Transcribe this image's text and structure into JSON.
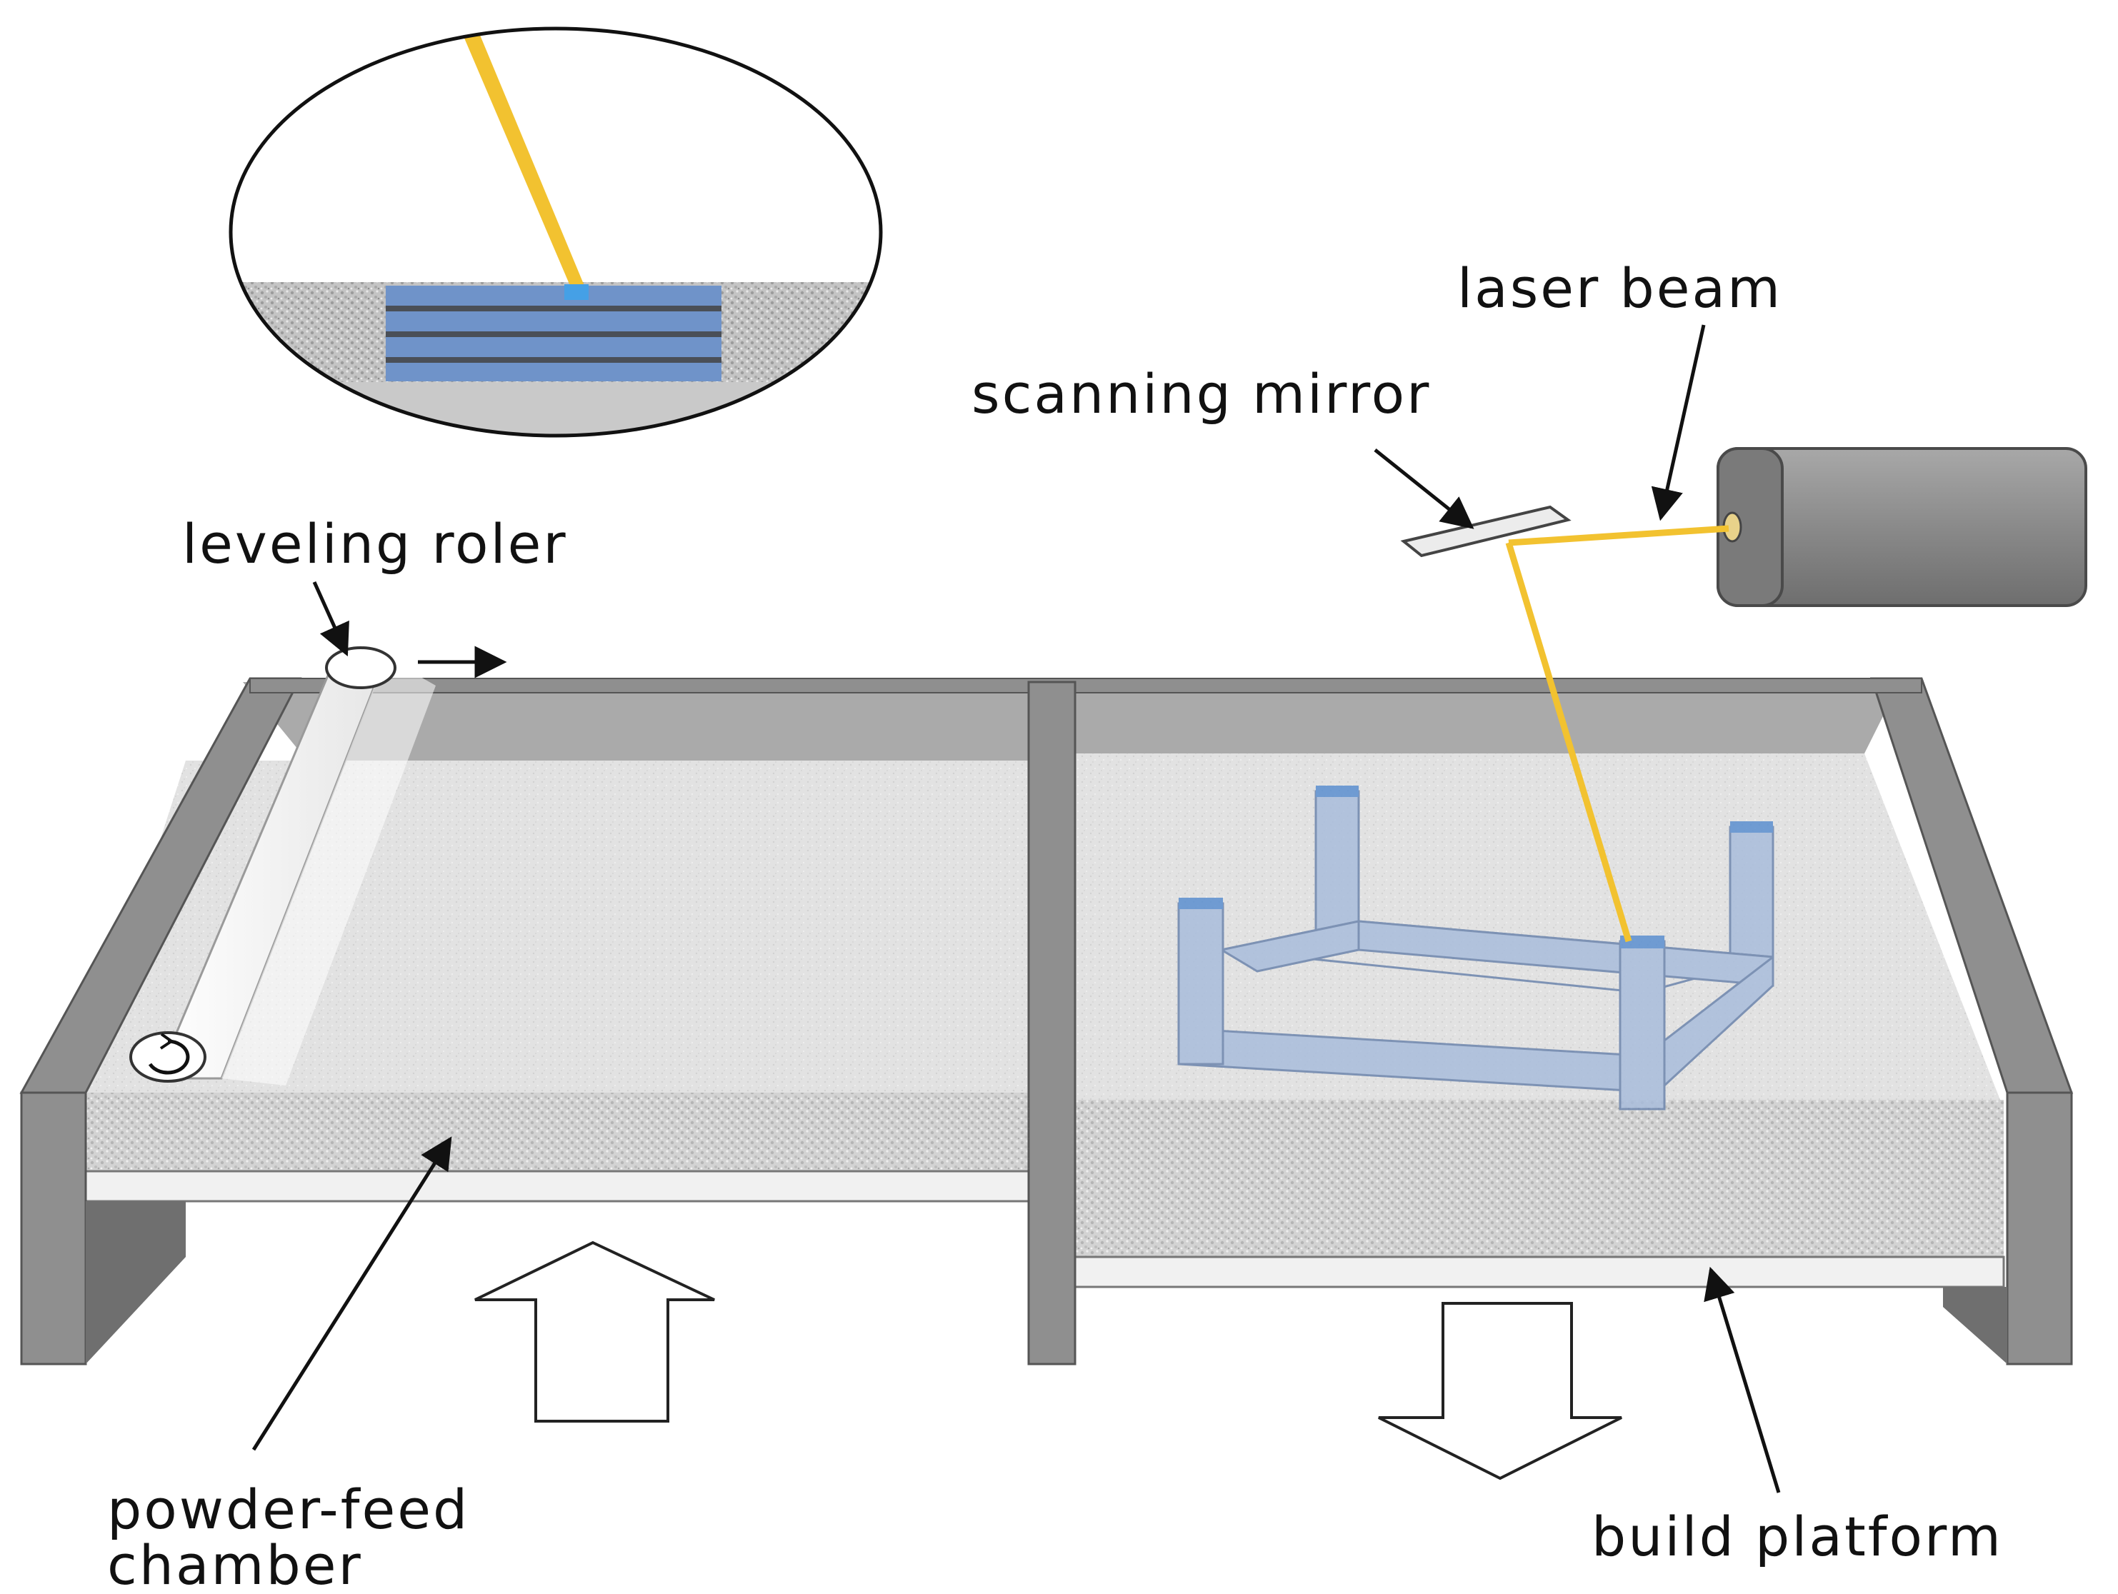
{
  "labels": {
    "laser_beam": "laser beam",
    "scanning_mirror": "scanning mirror",
    "leveling_roller": "leveling roler",
    "powder_feed_line1": "powder-feed",
    "powder_feed_line2": "chamber",
    "build_platform": "build platform"
  },
  "colors": {
    "laser": "#f2c230",
    "fused_part": "#a9bddc",
    "fused_part_top": "#5b8fd0",
    "frame": "#8f8f8f",
    "frame_light": "#b8b8b8",
    "powder": "#dcdcdc",
    "platform": "#f1f1f1"
  },
  "icons": {
    "laser_source": "laser-source-box",
    "mirror": "scanning-mirror-plate",
    "roller": "roller-cylinder",
    "up_arrow": "hollow-up-arrow",
    "down_arrow": "hollow-down-arrow",
    "detail": "layer-detail-magnifier"
  }
}
